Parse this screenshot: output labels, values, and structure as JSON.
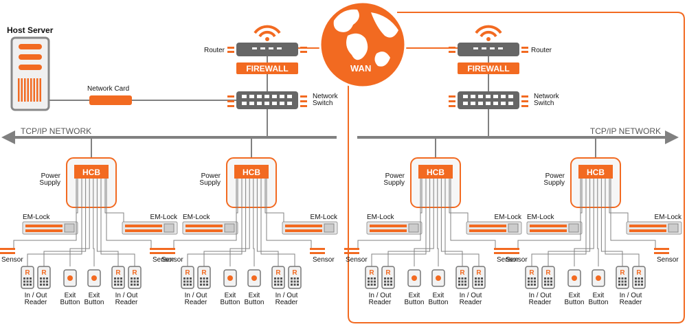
{
  "colors": {
    "accent": "#f26a21",
    "device_gray": "#666666",
    "line_gray": "#808080",
    "panel_border": "#f26a21"
  },
  "icons": {
    "server": "server-icon",
    "wifi": "wifi-icon",
    "globe": "globe-icon",
    "reader": "card-reader-icon",
    "button": "exit-button-icon"
  },
  "header": {
    "host_server": "Host Server",
    "network_card": "Network Card",
    "wan": "WAN"
  },
  "left": {
    "router": "Router",
    "firewall": "FIREWALL",
    "network_switch": [
      "Network",
      "Switch"
    ],
    "tcpip": "TCP/IP NETWORK"
  },
  "right": {
    "router": "Router",
    "firewall": "FIREWALL",
    "network_switch": [
      "Network",
      "Switch"
    ],
    "tcpip": "TCP/IP NETWORK"
  },
  "controller": {
    "hcb": "HCB",
    "power_supply": [
      "Power",
      "Supply"
    ],
    "em_lock": "EM-Lock",
    "sensor": "Sensor",
    "reader_glyph": "R",
    "in_out_reader": [
      "In / Out",
      "Reader"
    ],
    "exit_button": [
      "Exit",
      "Button"
    ]
  }
}
